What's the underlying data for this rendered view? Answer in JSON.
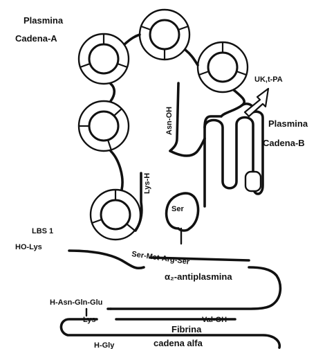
{
  "labels": {
    "plasmina_a_line1": "Plasmina",
    "plasmina_a_line2": "Cadena-A",
    "plasmina_b_line1": "Plasmina",
    "plasmina_b_line2": "Cadena-B",
    "activators": "UK,t-PA",
    "lbs": "LBS 1",
    "ho_lys": "HO-Lys",
    "lys_h": "Lys-H",
    "asn_oh": "Asn-OH",
    "ser": "Ser",
    "cleavage_seq": "Ser-Met-Arg-Ser",
    "antiplasmin": "α₂-antiplasmina",
    "h_asn_gln_glu": "H-Asn-Gln-Glu",
    "lys": "Lys",
    "val_oh": "Val-OH",
    "fibrina": "Fibrina",
    "cadena_alfa": "cadena alfa",
    "h_gly": "H-Gly"
  },
  "icons": {
    "kringle": "kringle-domain-icon",
    "arrow": "hollow-arrow-icon"
  },
  "colors": {
    "ink": "#111111",
    "background": "#ffffff"
  }
}
